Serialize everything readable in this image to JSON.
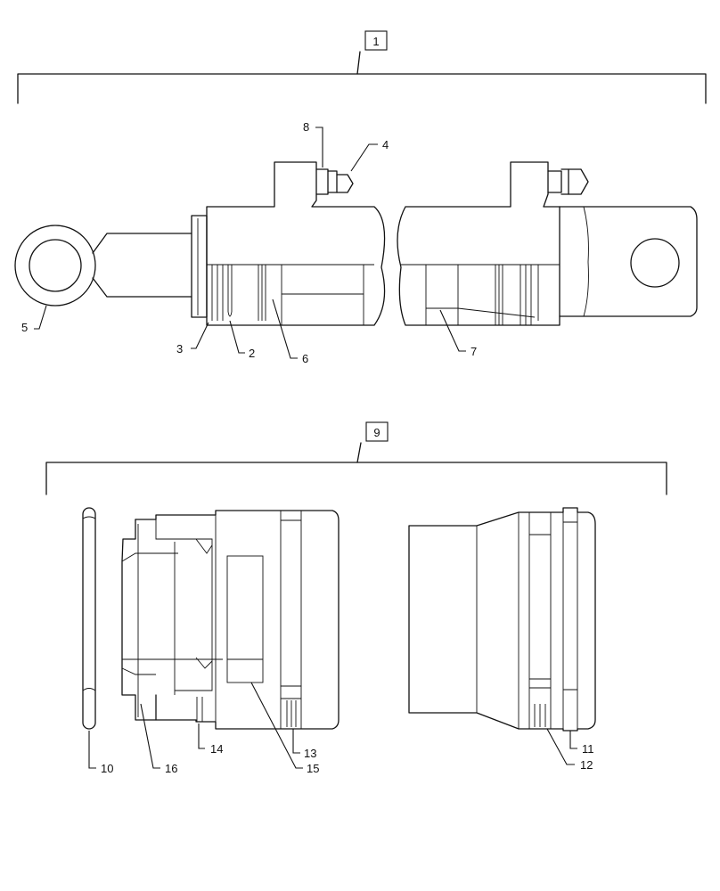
{
  "assemblies": [
    {
      "id": "assembly-1",
      "label": "1"
    },
    {
      "id": "assembly-9",
      "label": "9"
    }
  ],
  "callouts": {
    "c2": "2",
    "c3": "3",
    "c4": "4",
    "c5": "5",
    "c6": "6",
    "c7": "7",
    "c8": "8",
    "c10": "10",
    "c11": "11",
    "c12": "12",
    "c13": "13",
    "c14": "14",
    "c15": "15",
    "c16": "16"
  }
}
